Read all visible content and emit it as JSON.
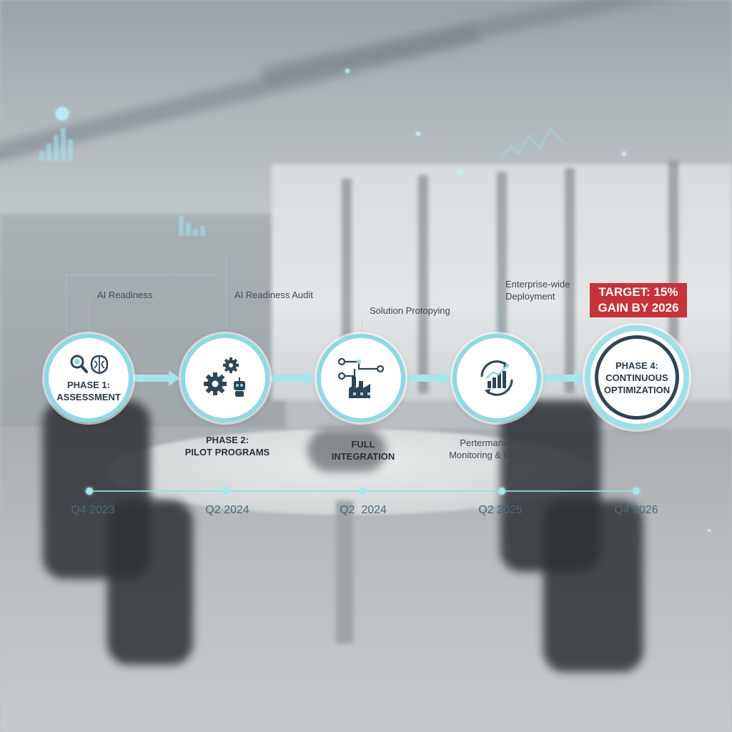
{
  "phases": [
    {
      "title_line1": "PHASE 1:",
      "title_line2": "ASSESSMENT",
      "top_label": "AI Readiness",
      "icon": "magnifier-brain-icon"
    },
    {
      "title_line1": "PHASE 2:",
      "title_line2": "PILOT PROGRAMS",
      "top_label": "AI Readiness Audit",
      "icon": "gears-robot-icon"
    },
    {
      "title_line1": "FULL",
      "title_line2": "INTEGRATION",
      "top_label": "Solution Protopying",
      "icon": "factory-network-icon"
    },
    {
      "title_line1": "Pertermance-wide",
      "title_line2": "Monitoring & Refiement",
      "top_label_line1": "Enterprise-wide",
      "top_label_line2": "Deployment",
      "icon": "growth-cycle-icon"
    },
    {
      "title_line1": "PHASE 4:",
      "title_line2": "CONTINUOUS",
      "title_line3": "OPTIMIZATION"
    }
  ],
  "target": {
    "line1": "TARGET: 15%",
    "line2": "GAIN BY 2026"
  },
  "timeline": [
    "Q4 2023",
    "Q2 2024",
    "Q2  2024",
    "Q2 2025",
    "Q4 2026"
  ],
  "colors": {
    "accent": "#8fd9e2",
    "target_red": "#c8323a",
    "dark_ring": "#2f4556"
  }
}
